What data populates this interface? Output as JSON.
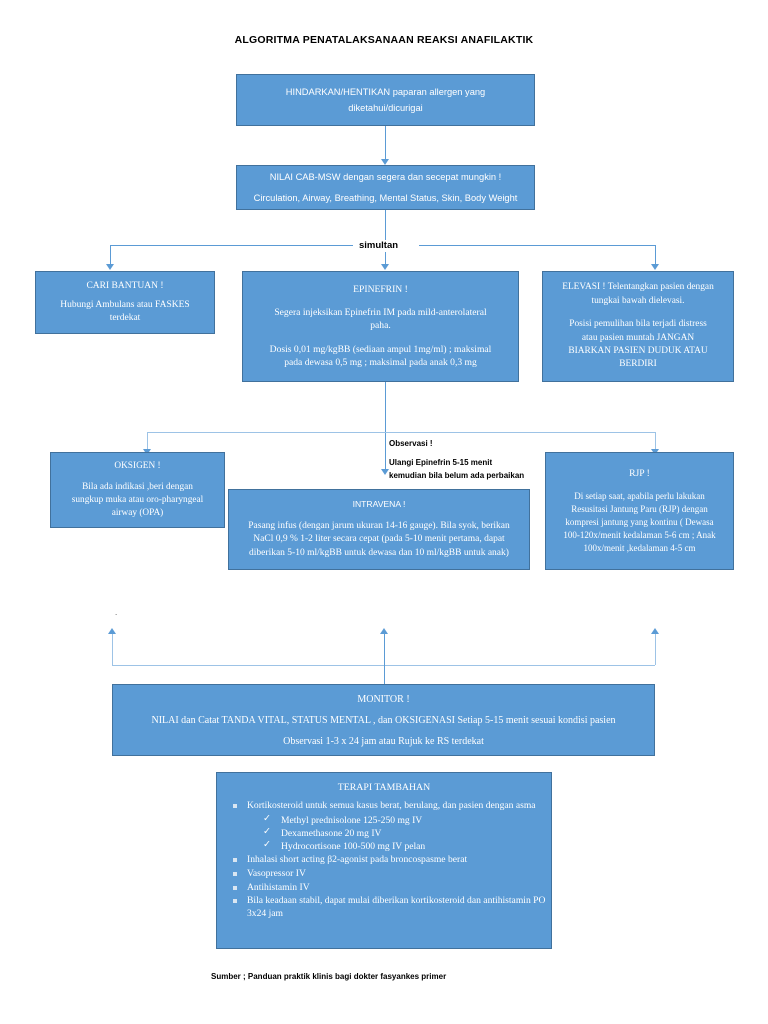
{
  "page": {
    "title": "ALGORITMA PENATALAKSANAAN REAKSI ANAFILAKTIK",
    "source_note": "Sumber ; Panduan praktik klinis bagi dokter fasyankes primer",
    "accent_color": "#5b9bd5",
    "border_color": "#41719c",
    "connector_color": "#5b9bd5"
  },
  "nodes": {
    "hindarkan": {
      "line1": "HINDARKAN/HENTIKAN paparan allergen yang",
      "line2": "diketahui/dicurigai"
    },
    "nilai_cab": {
      "line1": "NILAI CAB-MSW dengan segera dan secepat mungkin !",
      "line2": "Circulation, Airway, Breathing, Mental Status, Skin, Body Weight"
    },
    "simultan_label": "simultan",
    "cari_bantuan": {
      "header": "CARI BANTUAN !",
      "line1": "Hubungi Ambulans atau FASKES",
      "line2": "terdekat"
    },
    "epinefrin": {
      "header": "EPINEFRIN !",
      "para1_l1": "Segera injeksikan Epinefrin IM pada mild-anterolateral",
      "para1_l2": "paha.",
      "para2_l1": "Dosis 0,01 mg/kgBB (sediaan ampul 1mg/ml) ; maksimal",
      "para2_l2": "pada dewasa 0,5 mg ; maksimal pada anak 0,3 mg"
    },
    "elevasi": {
      "line1": "ELEVASI ! Telentangkan pasien dengan",
      "line2": "tungkai bawah dielevasi.",
      "line3": "Posisi pemulihan  bila terjadi distress",
      "line4": "atau pasien muntah  JANGAN",
      "line5": "BIARKAN PASIEN DUDUK ATAU",
      "line6": "BERDIRI"
    },
    "observasi_label": {
      "line1": "Observasi !",
      "line2": "Ulangi Epinefrin 5-15 menit",
      "line3": "kemudian bila belum ada perbaikan"
    },
    "oksigen": {
      "header": "OKSIGEN !",
      "line1": "Bila ada indikasi ,beri dengan",
      "line2": "sungkup muka atau oro-pharyngeal",
      "line3": "airway (OPA)"
    },
    "intravena": {
      "header": "INTRAVENA !",
      "line1": "Pasang infus (dengan jarum ukuran 14-16 gauge). Bila syok, berikan",
      "line2": "NaCl 0,9 % 1-2 liter secara cepat (pada 5-10 menit pertama, dapat",
      "line3": "diberikan 5-10 ml/kgBB untuk dewasa dan 10 ml/kgBB untuk anak)"
    },
    "rjp": {
      "header": "RJP !",
      "line1": "Di setiap saat, apabila perlu lakukan",
      "line2": "Resusitasi Jantung Paru (RJP) dengan",
      "line3": "kompresi jantung yang kontinu ( Dewasa",
      "line4": "100-120x/menit kedalaman 5-6 cm ; Anak",
      "line5": "100x/menit ,kedalaman 4-5 cm"
    },
    "monitor": {
      "header": "MONITOR !",
      "line1": "NILAI dan Catat TANDA VITAL, STATUS MENTAL , dan OKSIGENASI Setiap 5-15 menit sesuai kondisi pasien",
      "line2": "Observasi 1-3 x 24 jam atau Rujuk ke RS terdekat"
    },
    "terapi_tambahan": {
      "header": "TERAPI TAMBAHAN",
      "items": [
        {
          "text": "Kortikosteroid untuk semua kasus berat, berulang, dan pasien dengan asma",
          "subitems": [
            "Methyl prednisolone 125-250 mg IV",
            "Dexamethasone 20 mg IV",
            "Hydrocortisone 100-500 mg IV pelan"
          ]
        },
        {
          "text": "Inhalasi short acting β2-agonist pada broncospasme berat",
          "subitems": []
        },
        {
          "text": "Vasopressor IV",
          "subitems": []
        },
        {
          "text": "Antihistamin IV",
          "subitems": []
        },
        {
          "text": "Bila keadaan stabil, dapat mulai diberikan kortikosteroid dan antihistamin PO 3x24 jam",
          "subitems": []
        }
      ],
      "bullet_glyph": "▪",
      "check_glyph": "✓"
    }
  }
}
